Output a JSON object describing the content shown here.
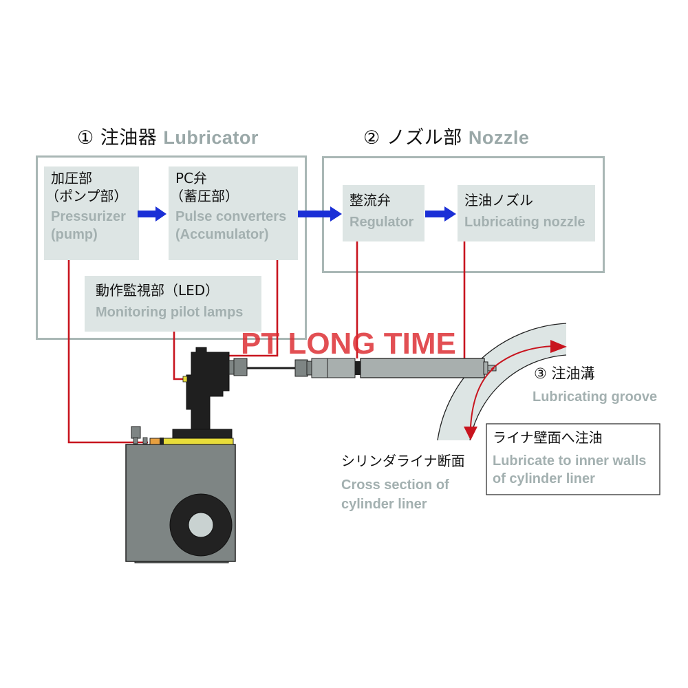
{
  "colors": {
    "group_border": "#a9b7b5",
    "block_fill": "#dde5e4",
    "flow_arrow": "#1a2fd6",
    "oil_line": "#c8141e",
    "english_text": "#a3b0b0",
    "japanese_text": "#111111",
    "device_dark": "#1f1f1f",
    "device_gray": "#7e8584",
    "pipe_gray": "#a8afae",
    "yellow_plate": "#e8dd3a",
    "liner_fill": "#dde5e4",
    "watermark": "#dc282d"
  },
  "groups": {
    "lubricator": {
      "number": "①",
      "jp": "注油器",
      "en": "Lubricator"
    },
    "nozzle": {
      "number": "②",
      "jp": "ノズル部",
      "en": "Nozzle"
    }
  },
  "blocks": {
    "pressurizer": {
      "jp_line1": "加圧部",
      "jp_line2": "（ポンプ部）",
      "en_line1": "Pressurizer",
      "en_line2": "(pump)"
    },
    "pc_valve": {
      "jp_line1": "PC弁",
      "jp_line2": "（蓄圧部）",
      "en_line1": "Pulse converters",
      "en_line2": " (Accumulator)"
    },
    "monitoring": {
      "jp": "動作監視部（LED）",
      "en": "Monitoring pilot lamps"
    },
    "regulator": {
      "jp": "整流弁",
      "en": "Regulator"
    },
    "lubricating_nozzle": {
      "jp": "注油ノズル",
      "en": "Lubricating nozzle"
    }
  },
  "labels": {
    "groove": {
      "number": "③",
      "jp": "注油溝",
      "en": "Lubricating groove"
    },
    "liner_section": {
      "jp": "シリンダライナ断面",
      "en_line1": "Cross section of",
      "en_line2": "cylinder liner"
    },
    "inner_walls": {
      "jp": "ライナ壁面へ注油",
      "en_line1": "Lubricate to inner walls",
      "en_line2": "of cylinder liner"
    }
  },
  "watermark": "PT LONG TIME"
}
